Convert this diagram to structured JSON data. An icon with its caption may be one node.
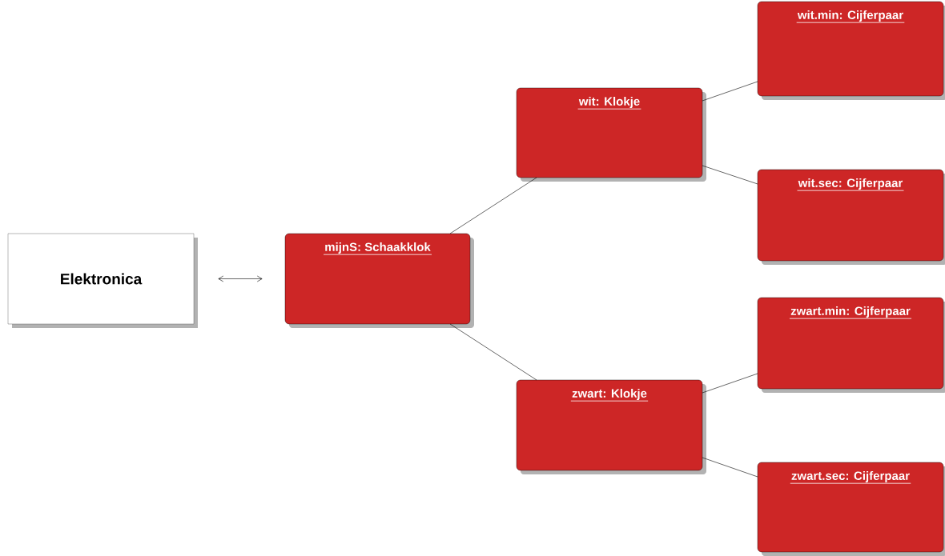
{
  "diagram": {
    "nodes": [
      {
        "text": [
          "Elektronica"
        ]
      },
      {
        "text": [
          "mijnS: Schaakklok"
        ]
      },
      {
        "text": [
          "wit: Klokje"
        ]
      },
      {
        "text": [
          "zwart: Klokje"
        ]
      },
      {
        "text": [
          "wit.min: Cijferpaar"
        ]
      },
      {
        "text": [
          "wit.sec: Cijferpaar"
        ]
      },
      {
        "text": [
          "zwart.min: Cijferpaar"
        ]
      },
      {
        "text": [
          "zwart.sec: Cijferpaar"
        ]
      }
    ],
    "edges": [
      {
        "from": 0,
        "to": 1,
        "arrow": "both"
      },
      {
        "from": 1,
        "to": 2,
        "arrow": "none"
      },
      {
        "from": 1,
        "to": 3,
        "arrow": "none"
      },
      {
        "from": 2,
        "to": 4,
        "arrow": "none"
      },
      {
        "from": 2,
        "to": 5,
        "arrow": "none"
      },
      {
        "from": 3,
        "to": 6,
        "arrow": "none"
      },
      {
        "from": 3,
        "to": 7,
        "arrow": "none"
      }
    ]
  }
}
